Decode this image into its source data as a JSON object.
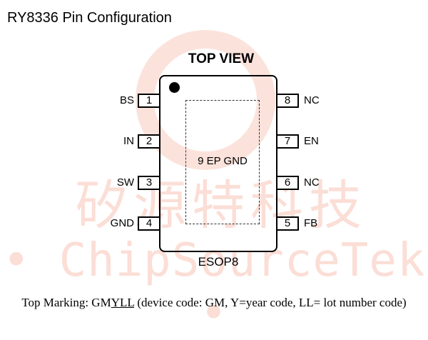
{
  "title": "RY8336 Pin Configuration",
  "view_label": "TOP VIEW",
  "package": "ESOP8",
  "exposed_pad": "9 EP GND",
  "pins_left": [
    {
      "num": "1",
      "name": "BS"
    },
    {
      "num": "2",
      "name": "IN"
    },
    {
      "num": "3",
      "name": "SW"
    },
    {
      "num": "4",
      "name": "GND"
    }
  ],
  "pins_right": [
    {
      "num": "8",
      "name": "NC"
    },
    {
      "num": "7",
      "name": "EN"
    },
    {
      "num": "6",
      "name": "NC"
    },
    {
      "num": "5",
      "name": "FB"
    }
  ],
  "marking": {
    "prefix": "Top Marking: GM",
    "underlined": "YLL",
    "suffix": " (device code: GM, Y=year code, LL= lot number code)"
  },
  "watermark": {
    "chinese": "矽源特科技",
    "english": "• ChipSourceTek •"
  },
  "colors": {
    "watermark": "#fbded6",
    "outline": "#000000"
  }
}
